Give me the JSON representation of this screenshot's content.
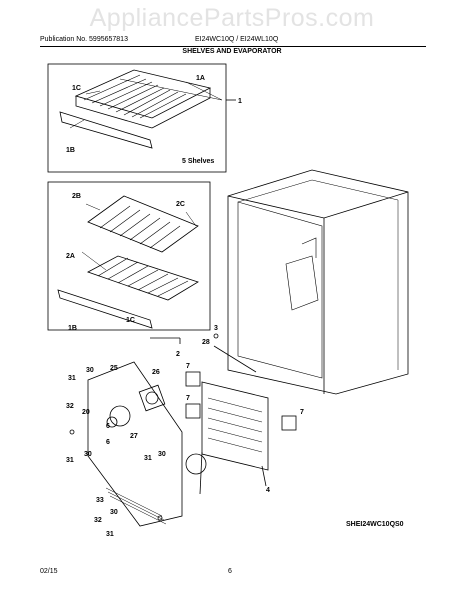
{
  "header": {
    "watermark": "AppliancePartsPros.com",
    "publication": "Publication No. 5995657813",
    "models": "EI24WC10Q / EI24WL10Q",
    "title": "SHELVES AND EVAPORATOR"
  },
  "footer": {
    "date": "02/15",
    "page": "6",
    "drawing_code": "SHEI24WC10QS0"
  },
  "callouts": {
    "c1": "1",
    "c1A": "1A",
    "c1B": "1B",
    "c1C": "1C",
    "c2": "2",
    "c2A": "2A",
    "c2B": "2B",
    "c2C": "2C",
    "c1C_b": "1C",
    "c1B_b": "1B",
    "c3": "3",
    "c28": "28",
    "c4": "4",
    "c7a": "7",
    "c7b": "7",
    "c7c": "7",
    "c25": "25",
    "c26": "26",
    "c27": "27",
    "c20": "20",
    "c30a": "30",
    "c30b": "30",
    "c30c": "30",
    "c30d": "30",
    "c31a": "31",
    "c31b": "31",
    "c31c": "31",
    "c31d": "31",
    "c32a": "32",
    "c32b": "32",
    "c33": "33",
    "c6a": "6",
    "c6b": "6"
  },
  "box_labels": {
    "shelves": "5 Shelves"
  }
}
